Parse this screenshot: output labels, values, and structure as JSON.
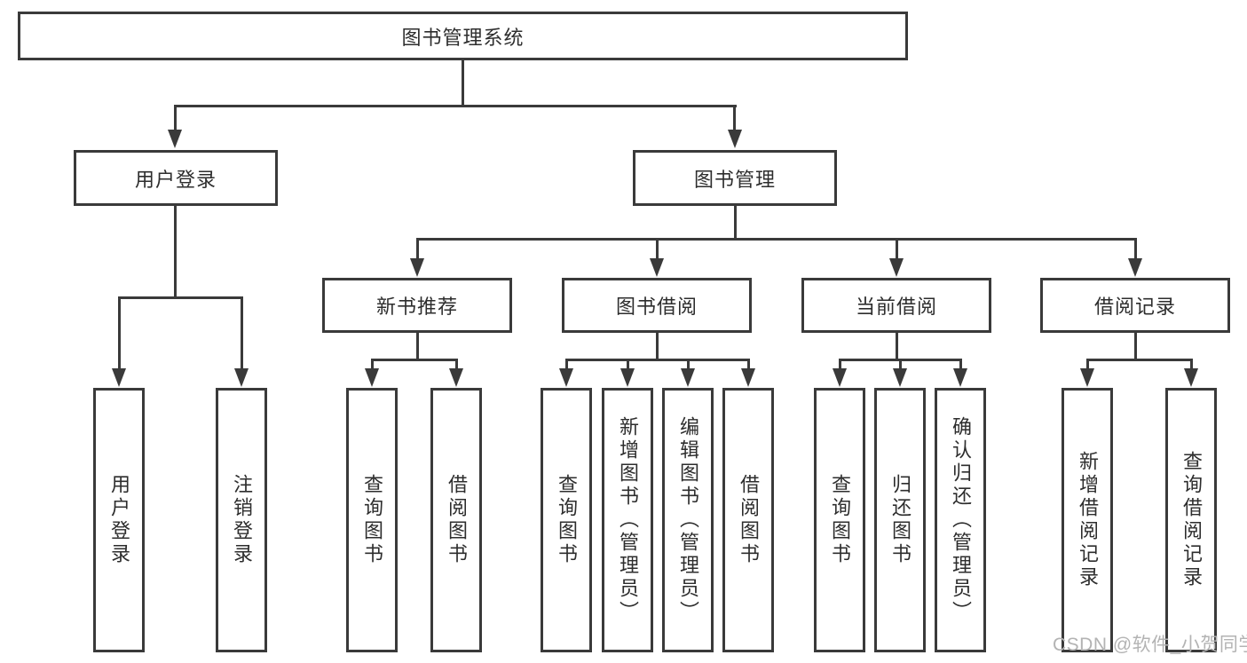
{
  "tree": {
    "label": "图书管理系统",
    "children": [
      {
        "label": "用户登录",
        "children": [
          {
            "label": "用户登录"
          },
          {
            "label": "注销登录"
          }
        ]
      },
      {
        "label": "图书管理",
        "children": [
          {
            "label": "新书推荐",
            "children": [
              {
                "label": "查询图书"
              },
              {
                "label": "借阅图书"
              }
            ]
          },
          {
            "label": "图书借阅",
            "children": [
              {
                "label": "查询图书"
              },
              {
                "label": "新增图书（管理员）"
              },
              {
                "label": "编辑图书（管理员）"
              },
              {
                "label": "借阅图书"
              }
            ]
          },
          {
            "label": "当前借阅",
            "children": [
              {
                "label": "查询图书"
              },
              {
                "label": "归还图书"
              },
              {
                "label": "确认归还（管理员）"
              }
            ]
          },
          {
            "label": "借阅记录",
            "children": [
              {
                "label": "新增借阅记录"
              },
              {
                "label": "查询借阅记录"
              }
            ]
          }
        ]
      }
    ]
  },
  "watermark": {
    "text": "CSDN @软件_小贺同学"
  },
  "colors": {
    "line": "#3a3a3a",
    "text": "#2d2d2d",
    "watermark": "#b3b3b3",
    "bg": "#ffffff"
  }
}
